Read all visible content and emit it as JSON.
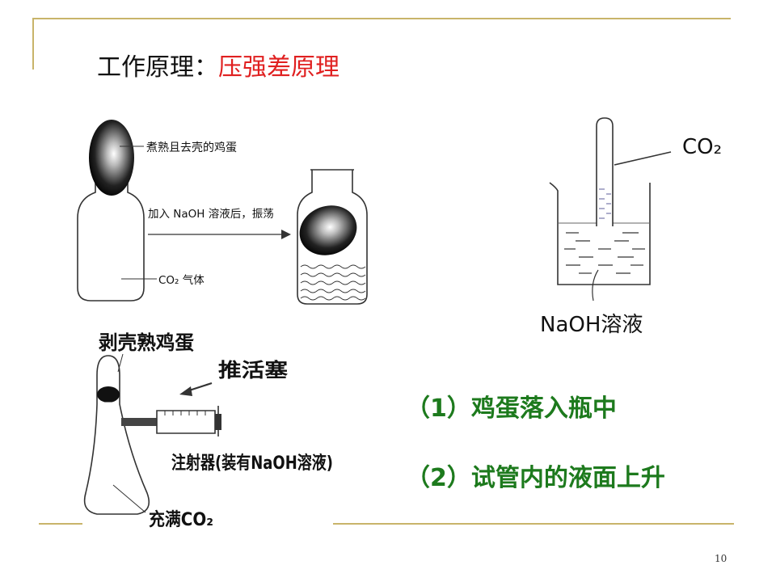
{
  "heading": {
    "prefix": "工作原理：",
    "highlight": "压强差原理",
    "highlight_color": "#e02020"
  },
  "figure_egg": {
    "egg_label": "煮熟且去壳的鸡蛋",
    "arrow_label": "加入 NaOH 溶液后，振荡",
    "gas_label": "CO₂ 气体"
  },
  "figure_tube": {
    "gas_label": "CO₂",
    "solution_label": "NaOH溶液"
  },
  "figure_syringe": {
    "egg_label": "剥壳熟鸡蛋",
    "plunger_label": "推活塞",
    "syringe_label": "注射器(装有NaOH溶液)",
    "flask_label": "充满CO₂"
  },
  "results": [
    {
      "text": "（1）鸡蛋落入瓶中"
    },
    {
      "text": "（2）试管内的液面上升"
    }
  ],
  "result_color": "#1d7a1d",
  "frame_color": "#c8b46a",
  "page_number": "10"
}
